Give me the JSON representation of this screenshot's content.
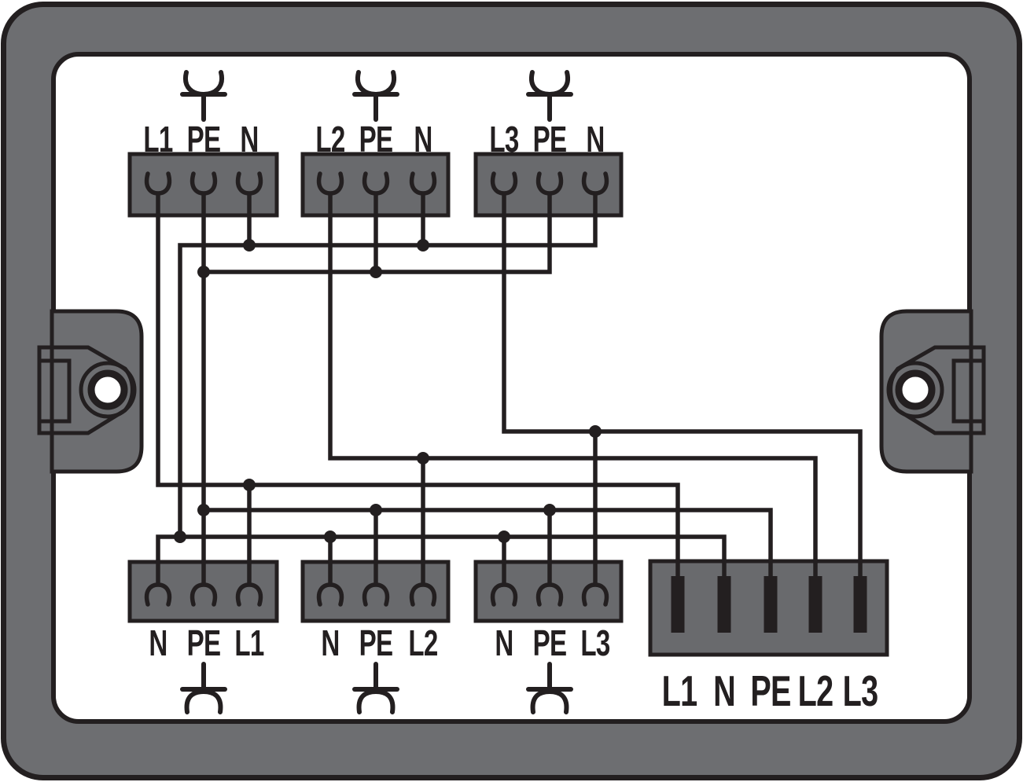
{
  "colors": {
    "ink": "#231f20",
    "frame_gray": "#6d6e71",
    "block_gray": "#696a6d",
    "background": "#ffffff"
  },
  "blocks": {
    "top": [
      {
        "terminals": [
          "L1",
          "PE",
          "N"
        ]
      },
      {
        "terminals": [
          "L2",
          "PE",
          "N"
        ]
      },
      {
        "terminals": [
          "L3",
          "PE",
          "N"
        ]
      }
    ],
    "bottom": [
      {
        "terminals": [
          "N",
          "PE",
          "L1"
        ]
      },
      {
        "terminals": [
          "N",
          "PE",
          "L2"
        ]
      },
      {
        "terminals": [
          "N",
          "PE",
          "L3"
        ]
      }
    ],
    "multi": {
      "terminals": [
        "L1",
        "N",
        "PE",
        "L2",
        "L3"
      ]
    }
  }
}
